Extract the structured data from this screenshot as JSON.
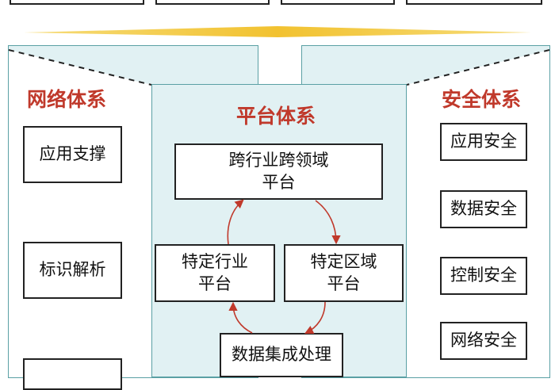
{
  "left_panel": {
    "title": "网络体系",
    "boxes": [
      "应用支撑",
      "标识解析",
      ""
    ]
  },
  "center_panel": {
    "title": "平台体系",
    "cross_platform": "跨行业跨领域\n平台",
    "industry_platform": "特定行业\n平台",
    "region_platform": "特定区域\n平台",
    "data_processing": "数据集成处理"
  },
  "right_panel": {
    "title": "安全体系",
    "boxes": [
      "应用安全",
      "数据安全",
      "控制安全",
      "网络安全"
    ]
  },
  "colors": {
    "panel_fill": "#e1f1f3",
    "panel_border": "#5aa0a4",
    "title_red": "#c0392b",
    "arrow_red": "#c0392b",
    "band_gold": "#f2c230"
  }
}
